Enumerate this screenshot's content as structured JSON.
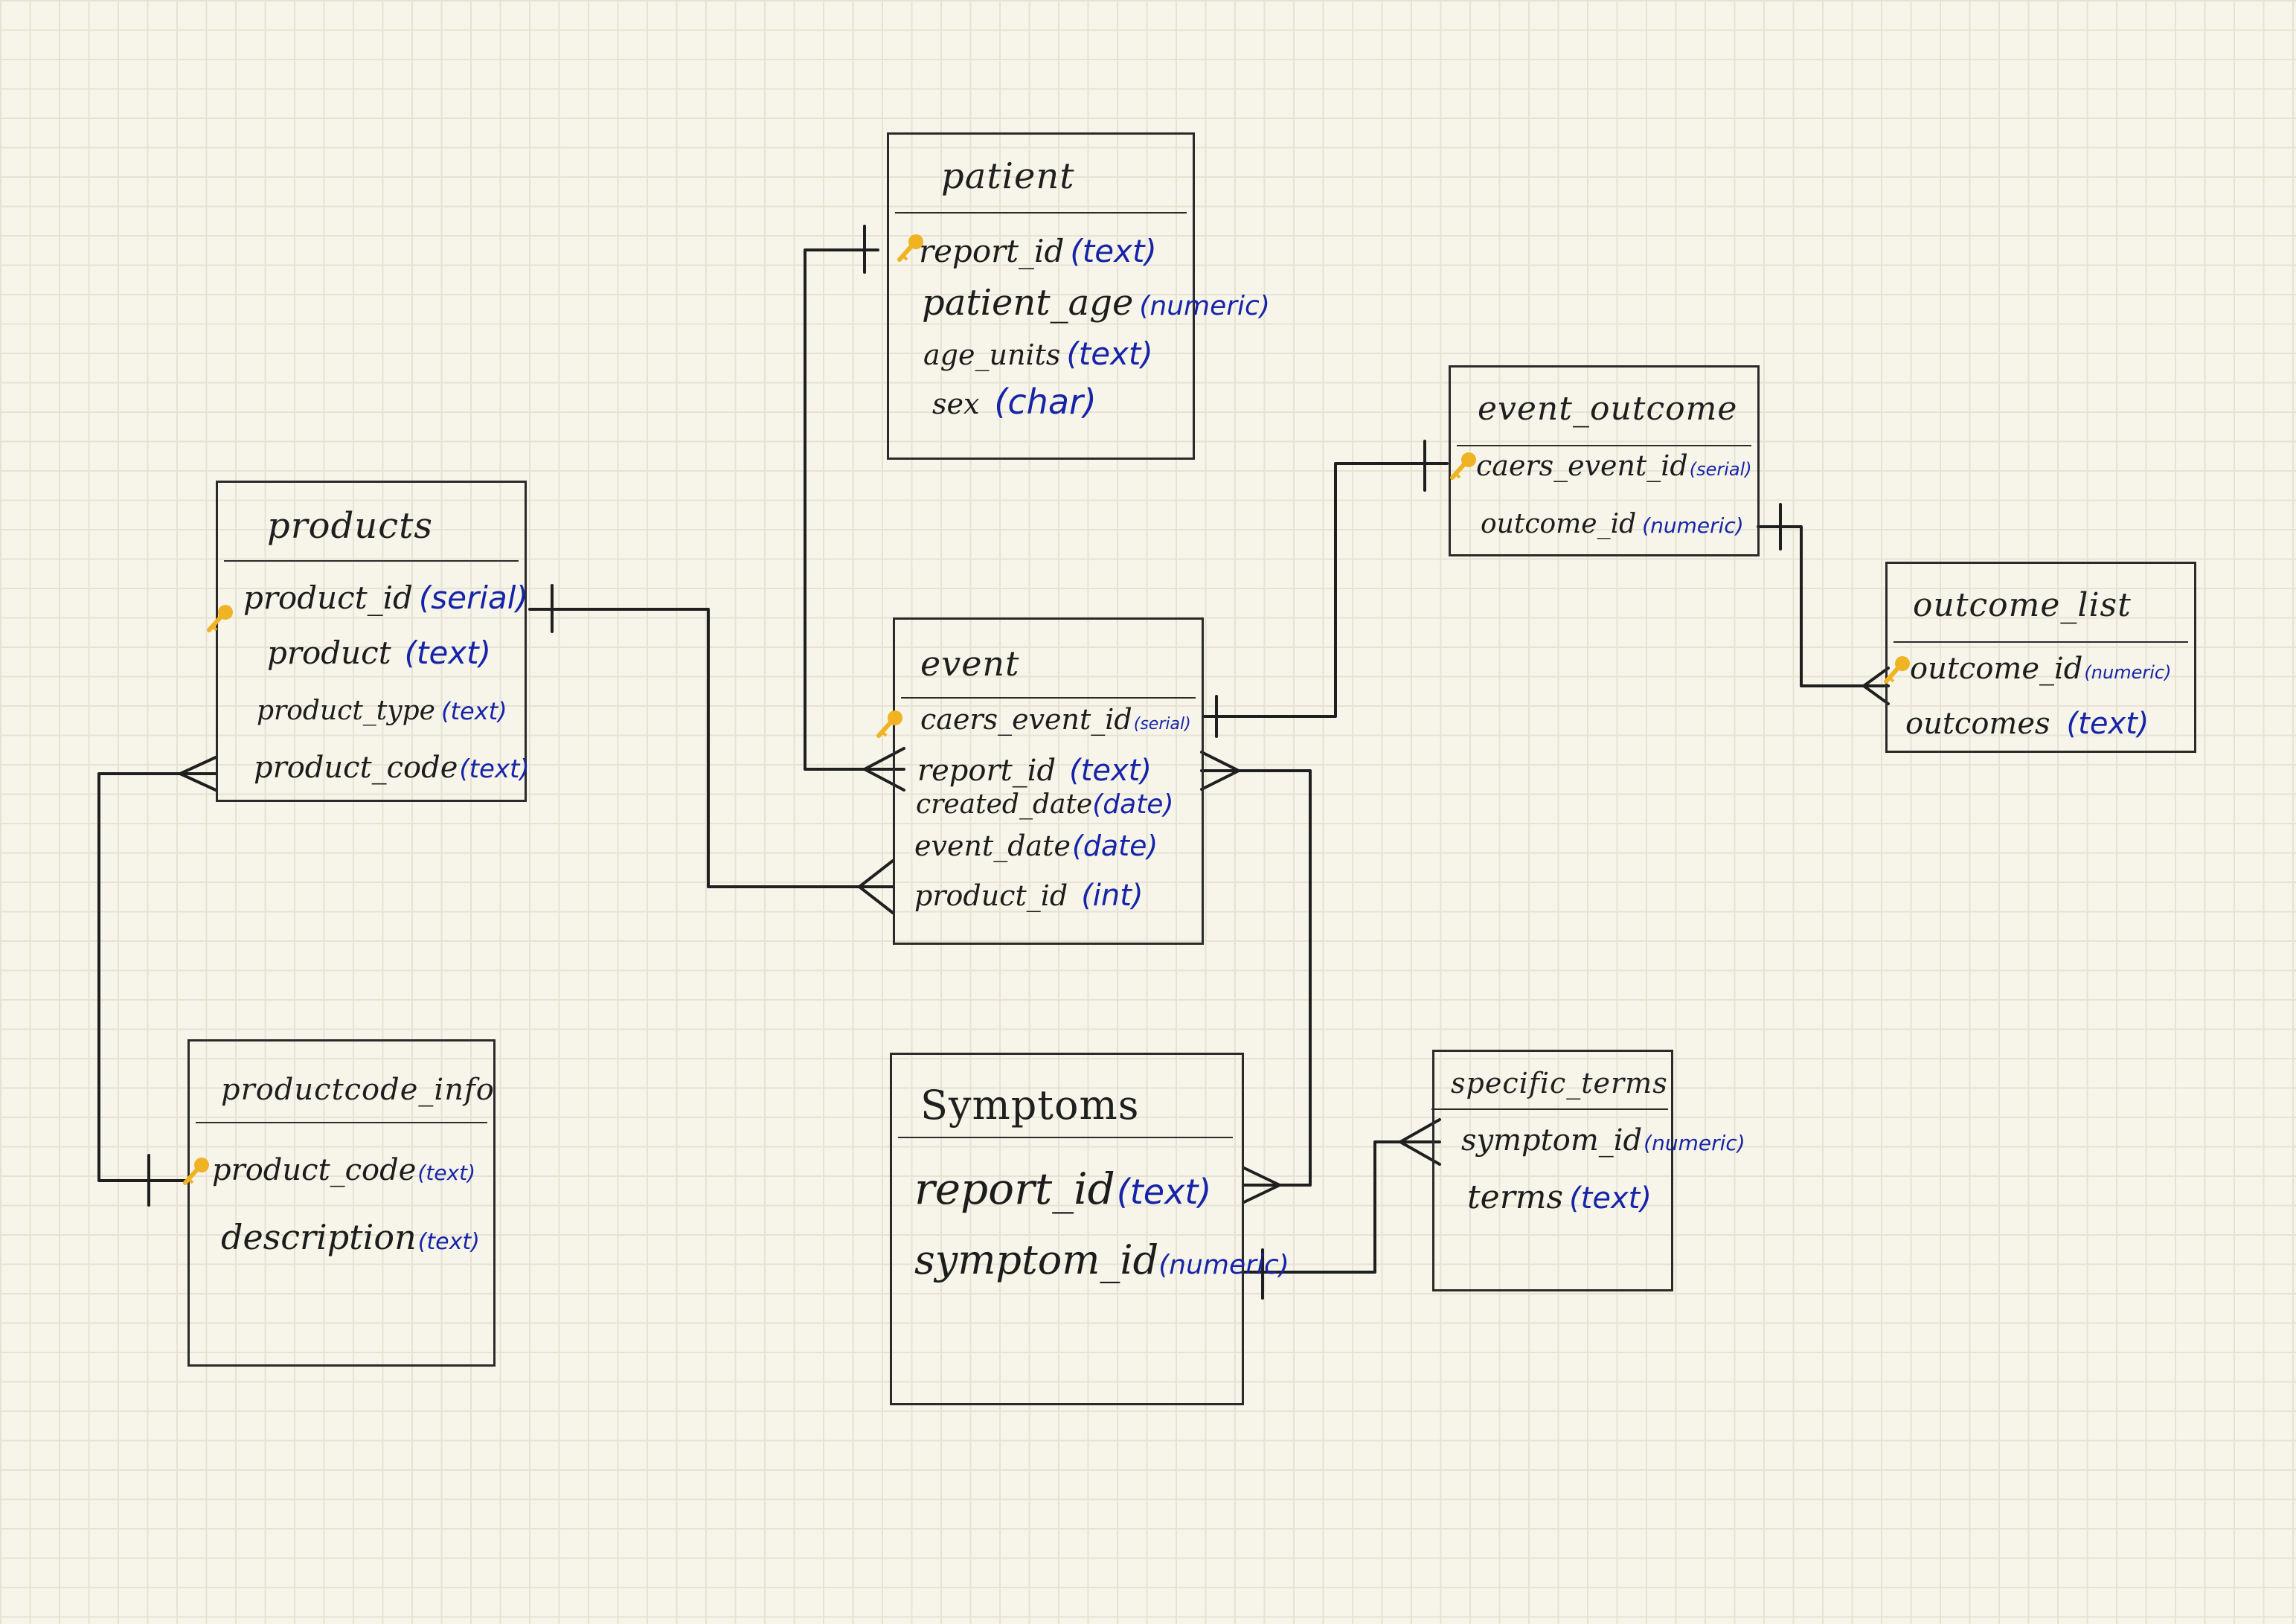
{
  "colors": {
    "ink": "#1c1c1c",
    "type_ink": "#1624a8",
    "key": "#f0b323",
    "grid": "#e6e3d4",
    "paper": "#f7f5e9"
  },
  "tables": {
    "patient": {
      "title": "patient",
      "fields": [
        {
          "name": "report_id",
          "type": "(text)",
          "key": true
        },
        {
          "name": "patient_age",
          "type": "(numeric)"
        },
        {
          "name": "age_units",
          "type": "(text)"
        },
        {
          "name": "sex",
          "type": "(char)"
        }
      ]
    },
    "event_outcome": {
      "title": "event_outcome",
      "fields": [
        {
          "name": "caers_event_id",
          "type": "(serial)",
          "key": true
        },
        {
          "name": "outcome_id",
          "type": "(numeric)"
        }
      ]
    },
    "outcome_list": {
      "title": "outcome_list",
      "fields": [
        {
          "name": "outcome_id",
          "type": "(numeric)",
          "key": true
        },
        {
          "name": "outcomes",
          "type": "(text)"
        }
      ]
    },
    "products": {
      "title": "products",
      "fields": [
        {
          "name": "product_id",
          "type": "(serial)",
          "key": true
        },
        {
          "name": "product",
          "type": "(text)"
        },
        {
          "name": "product_type",
          "type": "(text)"
        },
        {
          "name": "product_code",
          "type": "(text)"
        }
      ]
    },
    "event": {
      "title": "event",
      "fields": [
        {
          "name": "caers_event_id",
          "type": "(serial)",
          "key": true
        },
        {
          "name": "report_id",
          "type": "(text)"
        },
        {
          "name": "created_date",
          "type": "(date)"
        },
        {
          "name": "event_date",
          "type": "(date)"
        },
        {
          "name": "product_id",
          "type": "(int)"
        }
      ]
    },
    "productcode_info": {
      "title": "productcode_info",
      "fields": [
        {
          "name": "product_code",
          "type": "(text)",
          "key": true
        },
        {
          "name": "description",
          "type": "(text)"
        }
      ]
    },
    "symptoms": {
      "title": "Symptoms",
      "fields": [
        {
          "name": "report_id",
          "type": "(text)"
        },
        {
          "name": "symptom_id",
          "type": "(numeric)"
        }
      ]
    },
    "specific_terms": {
      "title": "specific_terms",
      "fields": [
        {
          "name": "symptom_id",
          "type": "(numeric)"
        },
        {
          "name": "terms",
          "type": "(text)"
        }
      ]
    }
  }
}
